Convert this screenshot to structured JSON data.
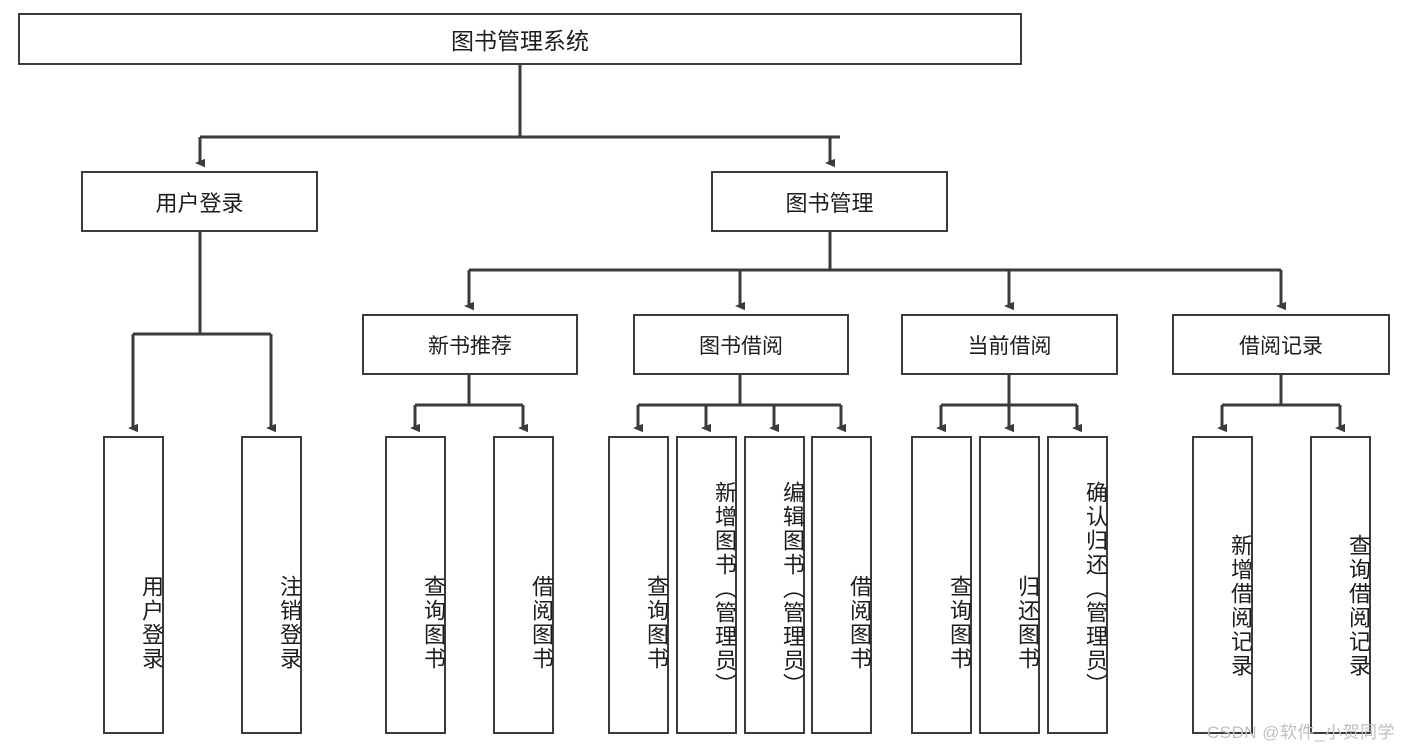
{
  "diagram": {
    "type": "tree",
    "title": "图书管理系统",
    "root": {
      "id": "root",
      "label": "图书管理系统"
    },
    "level2": [
      {
        "id": "user-login",
        "label": "用户登录"
      },
      {
        "id": "book-manage",
        "label": "图书管理"
      }
    ],
    "level3": [
      {
        "id": "new-book-recommend",
        "label": "新书推荐"
      },
      {
        "id": "book-borrow",
        "label": "图书借阅"
      },
      {
        "id": "current-borrow",
        "label": "当前借阅"
      },
      {
        "id": "borrow-record",
        "label": "借阅记录"
      }
    ],
    "leaves": [
      {
        "id": "leaf-user-login",
        "label": "用户登录",
        "parent": "user-login"
      },
      {
        "id": "leaf-logout-login",
        "label": "注销登录",
        "parent": "user-login"
      },
      {
        "id": "leaf-query-book-1",
        "label": "查询图书",
        "parent": "new-book-recommend"
      },
      {
        "id": "leaf-borrow-book-1",
        "label": "借阅图书",
        "parent": "new-book-recommend"
      },
      {
        "id": "leaf-query-book-2",
        "label": "查询图书",
        "parent": "book-borrow"
      },
      {
        "id": "leaf-add-book",
        "label": "新增图书（管理员）",
        "parent": "book-borrow"
      },
      {
        "id": "leaf-edit-book",
        "label": "编辑图书（管理员）",
        "parent": "book-borrow"
      },
      {
        "id": "leaf-borrow-book-2",
        "label": "借阅图书",
        "parent": "book-borrow"
      },
      {
        "id": "leaf-query-book-3",
        "label": "查询图书",
        "parent": "current-borrow"
      },
      {
        "id": "leaf-return-book",
        "label": "归还图书",
        "parent": "current-borrow"
      },
      {
        "id": "leaf-confirm-return",
        "label": "确认归还（管理员）",
        "parent": "current-borrow"
      },
      {
        "id": "leaf-add-record",
        "label": "新增借阅记录",
        "parent": "borrow-record"
      },
      {
        "id": "leaf-query-record",
        "label": "查询借阅记录",
        "parent": "borrow-record"
      }
    ]
  },
  "watermark": {
    "text": "CSDN @软件_小贺同学"
  }
}
